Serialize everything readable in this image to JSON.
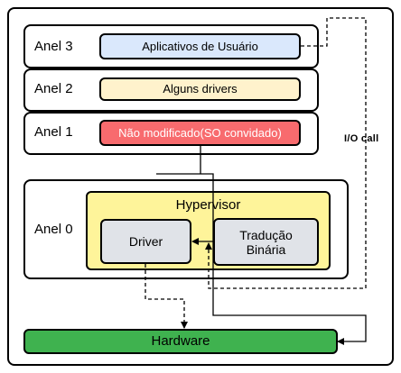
{
  "rings": {
    "ring3": {
      "label": "Anel 3",
      "box": "Aplicativos de Usuário"
    },
    "ring2": {
      "label": "Anel 2",
      "box": "Alguns drivers"
    },
    "ring1": {
      "label": "Anel 1",
      "box": "Não modificado(SO convidado)"
    },
    "ring0": {
      "label": "Anel 0"
    }
  },
  "hypervisor": {
    "title": "Hypervisor",
    "driver": "Driver",
    "translation_line1": "Tradução",
    "translation_line2": "Binária"
  },
  "hardware": "Hardware",
  "io_call_label": "I/O call",
  "colors": {
    "user_apps": "#dae8fc",
    "drivers": "#fff2cc",
    "guest_os": "#f86b6e",
    "hypervisor": "#fef49a",
    "inner_boxes": "#e0e3e8",
    "hardware": "#3fb24f"
  }
}
